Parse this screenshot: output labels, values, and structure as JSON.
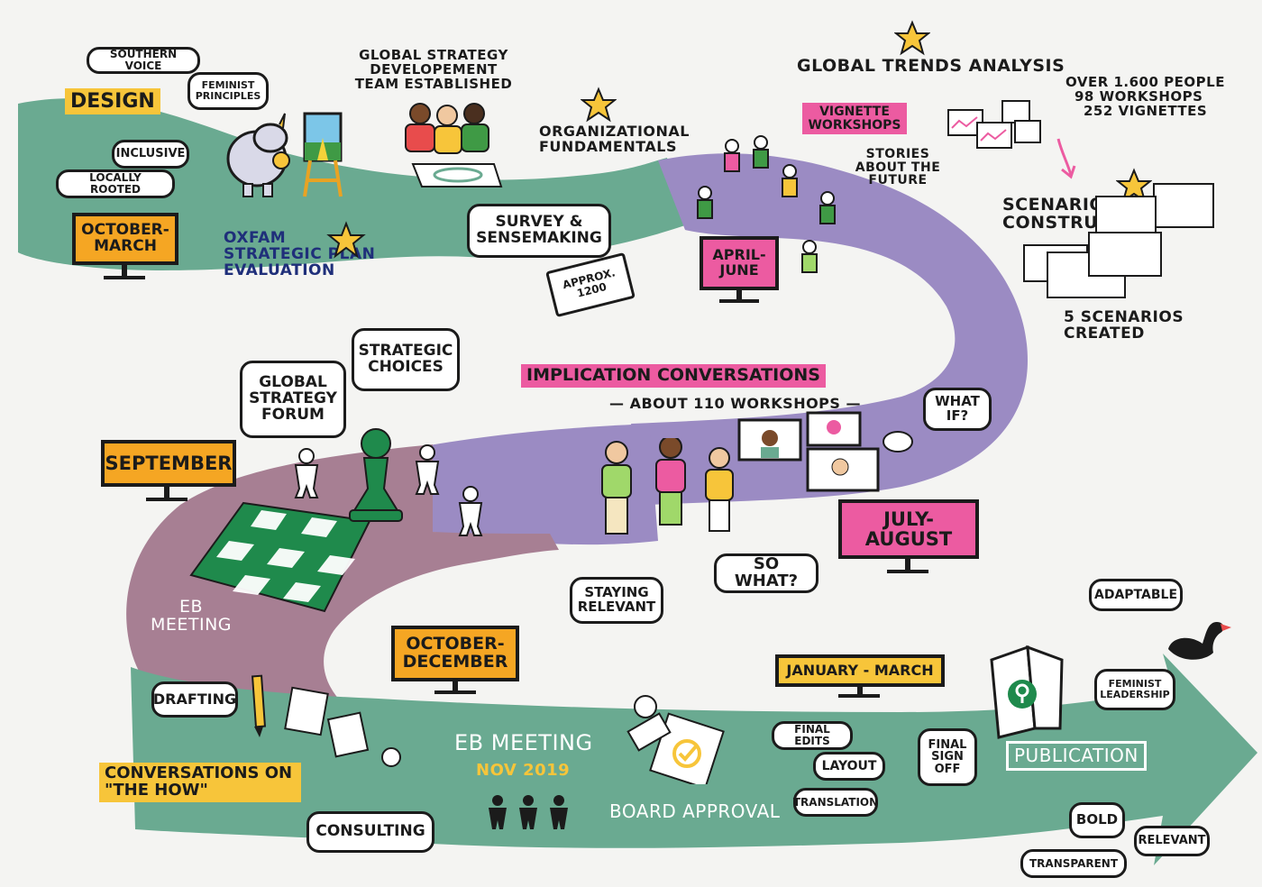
{
  "colors": {
    "green_path": "#6aaa91",
    "purple_path": "#9b8bc3",
    "mauve_path": "#a77f93",
    "orange": "#f5a623",
    "yellow": "#f7c53a",
    "pink": "#ec5ba1",
    "dark": "#1b1b1b",
    "board_green": "#1f8a4c"
  },
  "stage1": {
    "southern_voice": "Southern Voice",
    "feminist_principles": "Feminist Principles",
    "design": "Design",
    "inclusive": "Inclusive",
    "locally_rooted": "Locally Rooted",
    "period": "October- March",
    "oxfam_eval": "Oxfam Strategic Plan Evaluation"
  },
  "stage2": {
    "team_established": "Global Strategy Developement Team Established",
    "org_fundamentals": "Organizational Fundamentals",
    "survey": "Survey & Sensemaking",
    "survey_note": "Approx. 1200"
  },
  "stage3": {
    "global_trends": "Global Trends Analysis",
    "vignette_workshops": "Vignette Workshops",
    "stories_future": "Stories About The Future",
    "period": "April- June",
    "stats": [
      "Over 1.600 People",
      "98 Workshops",
      "252 Vignettes"
    ],
    "scenario_construction": "Scenario Construction",
    "scenarios_created": "5 Scenarios Created"
  },
  "stage4": {
    "implication_conversations": "Implication Conversations",
    "about_workshops": "— About 110 Workshops —",
    "what_if": "What If?",
    "period": "July- August",
    "so_what": "So What?",
    "staying_relevant": "Staying Relevant"
  },
  "stage5": {
    "global_strategy_forum": "Global Strategy Forum",
    "strategic_choices": "Strategic Choices",
    "period": "September",
    "eb_meeting": "EB Meeting"
  },
  "stage6": {
    "period": "October- December",
    "drafting": "Drafting",
    "conversations_how": "Conversations on \"The How\"",
    "consulting": "Consulting",
    "eb_meeting_nov": "EB Meeting",
    "nov_2019": "Nov 2019",
    "board_approval": "Board Approval"
  },
  "stage7": {
    "period": "January - March",
    "final_edits": "Final Edits",
    "layout": "Layout",
    "translation": "Translation",
    "final_sign_off": "Final Sign Off",
    "publication": "Publication",
    "adaptable": "Adaptable",
    "feminist_leadership": "Feminist Leadership",
    "bold": "Bold",
    "relevant": "Relevant",
    "transparent": "Transparent"
  }
}
